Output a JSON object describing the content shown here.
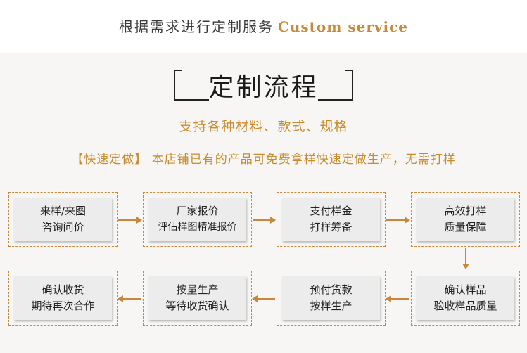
{
  "header": {
    "title_cn": "根据需求进行定制服务",
    "title_en": "Custom service"
  },
  "process": {
    "title": "定制流程",
    "subtitle": "支持各种材料、款式、规格",
    "notice": "【快速定做】 本店铺已有的产品可免费拿样快速定做生产，无需打样"
  },
  "steps": [
    {
      "line1": "来样/来图",
      "line2": "咨询问价"
    },
    {
      "line1": "厂家报价",
      "line2": "评估样图精准报价"
    },
    {
      "line1": "支付样金",
      "line2": "打样筹备"
    },
    {
      "line1": "高效打样",
      "line2": "质量保障"
    },
    {
      "line1": "确认样品",
      "line2": "验收样品质量"
    },
    {
      "line1": "预付货款",
      "line2": "按样生产"
    },
    {
      "line1": "按量生产",
      "line2": "等待收货确认"
    },
    {
      "line1": "确认收货",
      "line2": "期待再次合作"
    }
  ],
  "colors": {
    "accent": "#c98b2c",
    "dash_border": "#c8873a",
    "card_bg": "#ececec",
    "page_bg": "#f7f6f4"
  }
}
